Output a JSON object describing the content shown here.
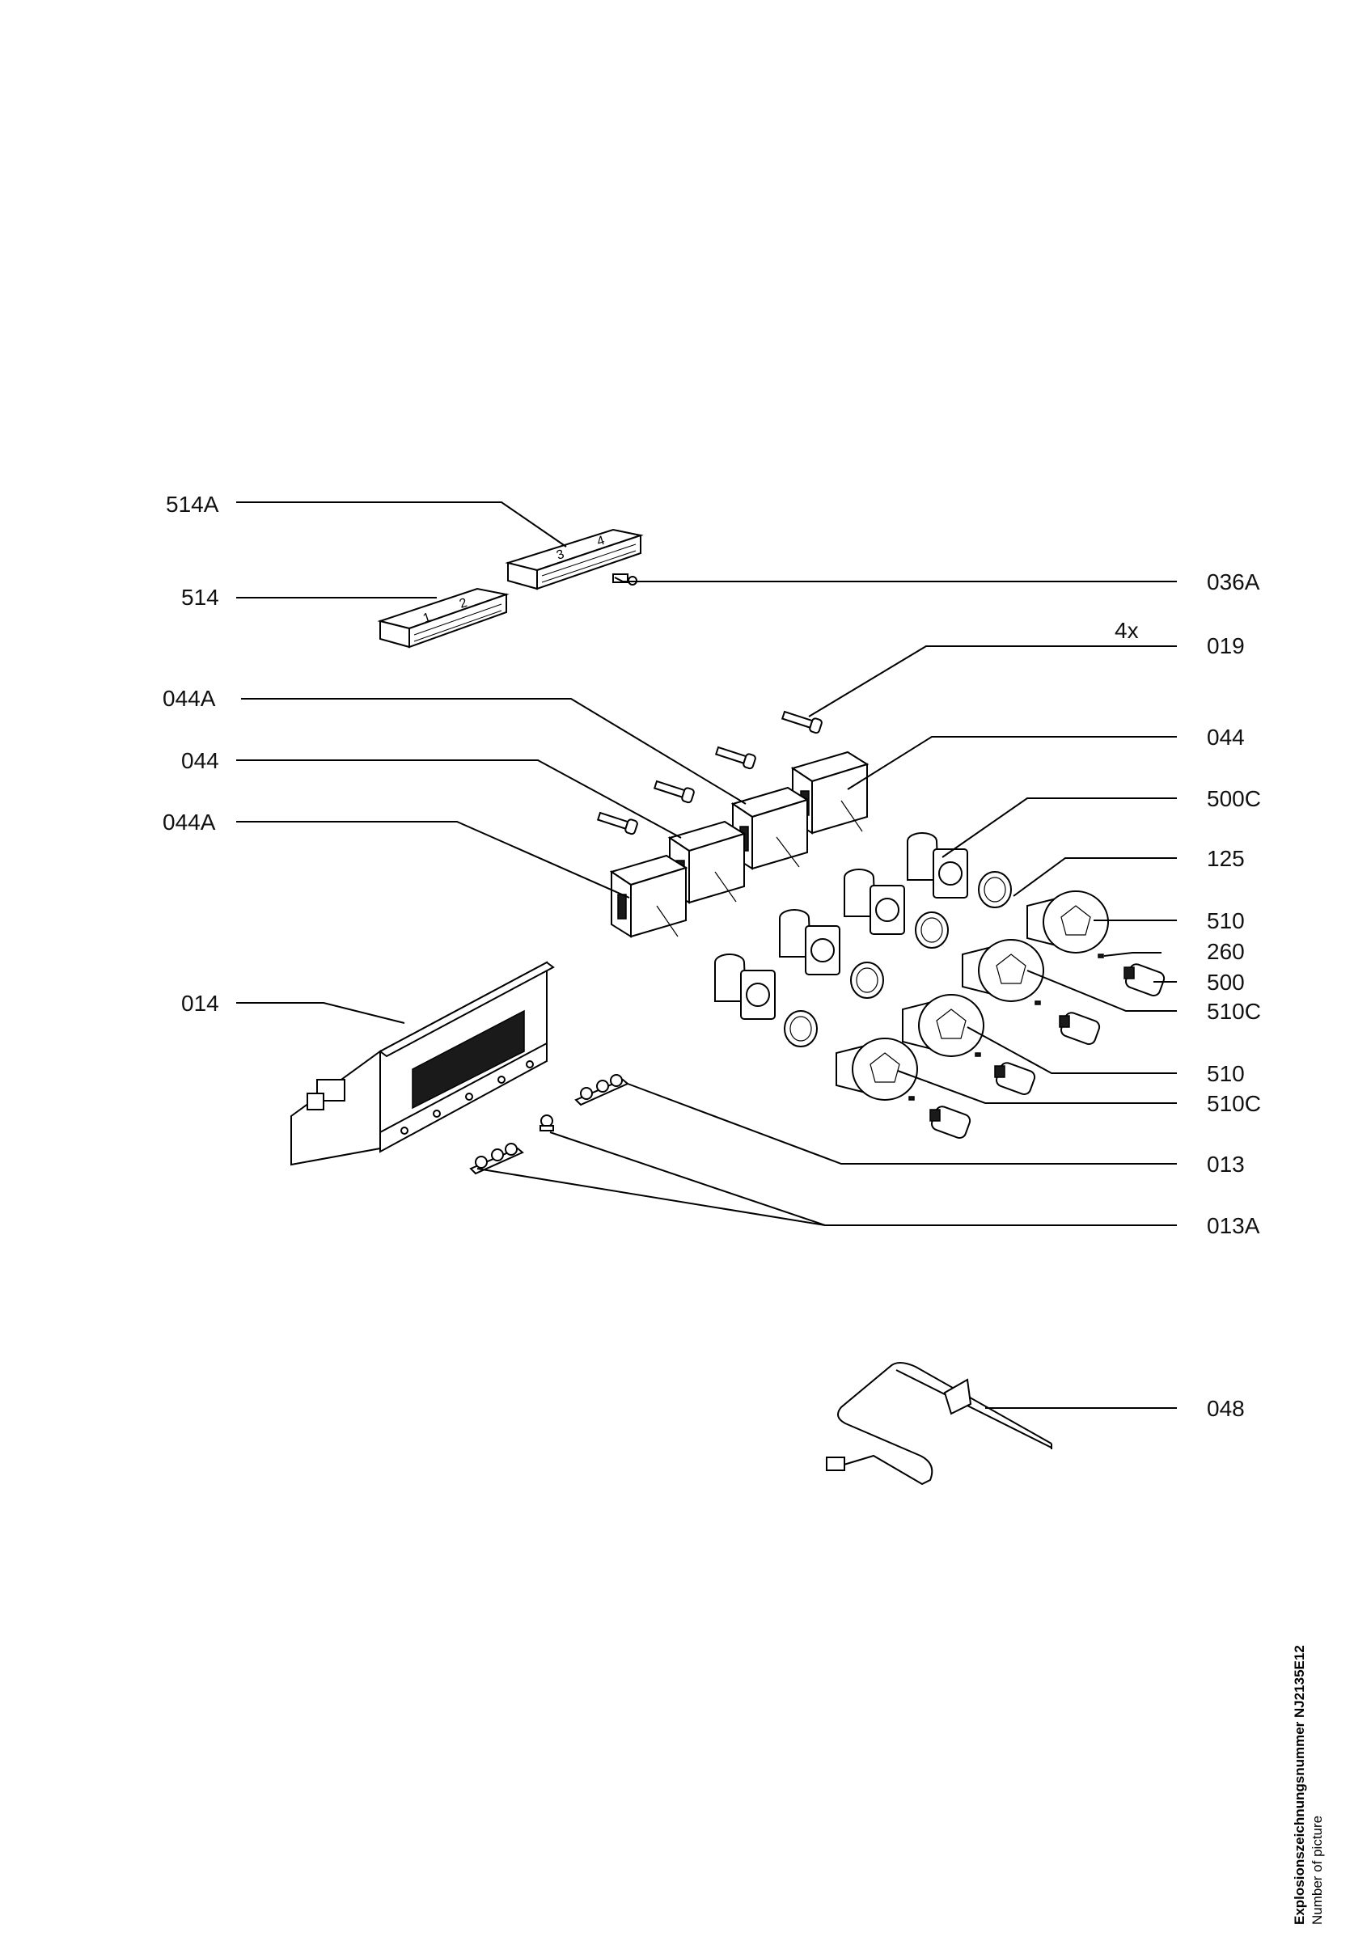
{
  "labels": {
    "l514A_left": "514A",
    "l514_left": "514",
    "l036A": "036A",
    "l4x": "4x",
    "l019": "019",
    "l044A_a": "044A",
    "l044_left": "044",
    "l044A_b": "044A",
    "l044_right": "044",
    "l500C": "500C",
    "l125": "125",
    "l510_a": "510",
    "l260": "260",
    "l500": "500",
    "l510C_a": "510C",
    "l014": "014",
    "l510_b": "510",
    "l510C_b": "510C",
    "l013": "013",
    "l013A": "013A",
    "l048": "048"
  },
  "footer": {
    "line1": "Explosionszeichnungsnummer NJ2135E12",
    "line2": "Number of picture"
  }
}
